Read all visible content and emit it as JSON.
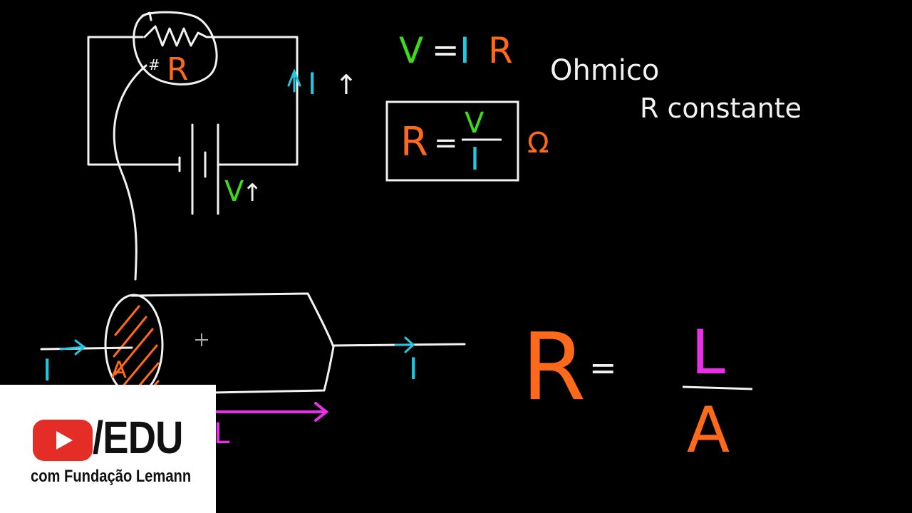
{
  "colors": {
    "background": "#000000",
    "chalk_white": "#f2f2f2",
    "green": "#3ddc1a",
    "cyan": "#22c8e0",
    "orange": "#ff6a1a",
    "magenta": "#e830e8",
    "youtube_red": "#e52d27"
  },
  "board": {
    "circuit": {
      "resistor_label": "R",
      "resistor_mark": "#",
      "current_label": "I",
      "current_arrow": "↑",
      "voltage_label": "V",
      "voltage_arrow": "↑"
    },
    "ohms_law": {
      "v": "V",
      "eq": "=",
      "i": "I",
      "r": "R"
    },
    "boxed_formula": {
      "r": "R",
      "eq": "=",
      "numerator": "V",
      "denominator": "I",
      "unit": "Ω"
    },
    "notes": {
      "ohmic": "Ohmico",
      "r_constant": "R constante"
    },
    "conductor": {
      "current_in": "I",
      "area_label": "A",
      "current_out": "I",
      "length_label": "L"
    },
    "resistance_formula": {
      "r": "R",
      "eq": "=",
      "numerator": "L",
      "denominator": "A"
    }
  },
  "watermark": {
    "logo_icon": "youtube-play-icon",
    "edu_label": "/EDU",
    "subtitle": "com Fundação Lemann"
  }
}
